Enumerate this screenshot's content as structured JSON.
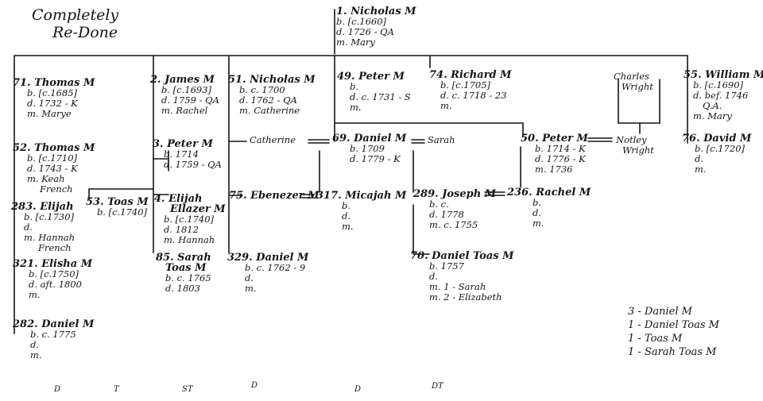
{
  "page_title": [
    "Completely",
    "Re-Done"
  ],
  "people": {
    "root": [
      "1. Nicholas M",
      "b. [c.1660]",
      "d. 1726 - QA",
      "m. Mary"
    ],
    "p71": [
      "71. Thomas M",
      "b. [c.1685]",
      "d. 1732 - K",
      "m. Marye"
    ],
    "p2": [
      "2. James M",
      "b. [c.1693]",
      "d. 1759 - QA",
      "m. Rachel"
    ],
    "p51": [
      "51. Nicholas M",
      "b. c. 1700",
      "d. 1762 - QA",
      "m. Catherine"
    ],
    "p49": [
      "49. Peter M",
      "b.",
      "d. c. 1731 - S",
      "m."
    ],
    "p74": [
      "74. Richard M",
      "b. [c.1705]",
      "d. c. 1718 - 23",
      "m."
    ],
    "charles": [
      "Charles",
      "Wright"
    ],
    "p55": [
      "55. William M",
      "b. [c.1690]",
      "d. bef. 1746",
      "Q.A.",
      "m. Mary"
    ],
    "p52": [
      "52. Thomas M",
      "b. [c.1710]",
      "d. 1743 - K",
      "m. Keah",
      "French"
    ],
    "p3": [
      "3. Peter M",
      "b. 1714",
      "d. 1759 - QA"
    ],
    "catherine": [
      "Catherine"
    ],
    "p69": [
      "69. Daniel M",
      "b. 1709",
      "d. 1779 - K"
    ],
    "sarah_top": [
      "Sarah"
    ],
    "p50": [
      "50. Peter M",
      "b. 1714 - K",
      "d. 1776 - K",
      "m. 1736"
    ],
    "notley": [
      "Notley",
      "Wright"
    ],
    "p76": [
      "76. David M",
      "b. [c.1720]",
      "d.",
      "m."
    ],
    "p283": [
      "283. Elijah",
      "b. [c.1730]",
      "d.",
      "m. Hannah",
      "French"
    ],
    "p53": [
      "53. Toas M",
      "b. [c.1740]"
    ],
    "p4": [
      "4. Elijah",
      "Ellazer M",
      "b. [c.1740]",
      "d. 1812",
      "m. Hannah"
    ],
    "p75": [
      "75. Ebenezer M"
    ],
    "p317": [
      "317. Micajah M",
      "b.",
      "d.",
      "m."
    ],
    "p289": [
      "289. Joseph M",
      "b. c.",
      "d. 1778",
      "m. c. 1755"
    ],
    "p236": [
      "236. Rachel M",
      "b.",
      "d.",
      "m."
    ],
    "p321": [
      "321. Elisha M",
      "b. [c.1750]",
      "d. aft. 1800",
      "m."
    ],
    "p85": [
      "85. Sarah",
      "Toas M",
      "b. c. 1765",
      "d. 1803"
    ],
    "p329": [
      "329. Daniel M",
      "b. c. 1762 - 9",
      "d.",
      "m."
    ],
    "p70": [
      "70. Daniel Toas M",
      "b. 1757",
      "d.",
      "m. 1 - Sarah",
      "m. 2 - Elizabeth"
    ],
    "p282": [
      "282. Daniel M",
      "b. c. 1775",
      "d.",
      "m."
    ]
  },
  "legend": [
    "3 - Daniel M",
    "1 - Daniel Toas M",
    "1 - Toas M",
    "1 - Sarah Toas M"
  ],
  "footer_marks": [
    "D",
    "T",
    "ST",
    "D",
    "D",
    "DT"
  ]
}
